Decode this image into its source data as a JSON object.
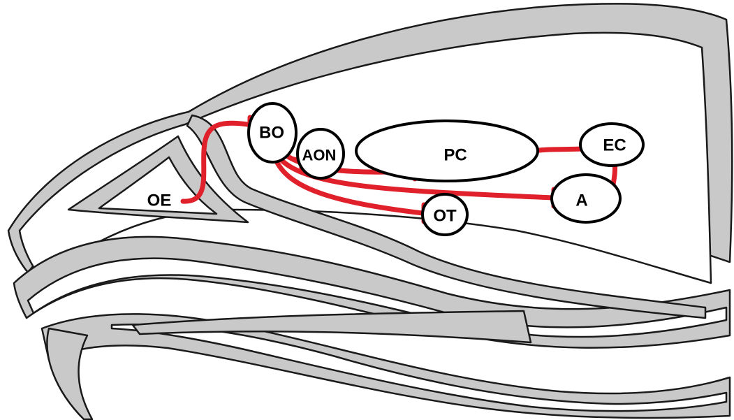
{
  "diagram": {
    "regions": [
      {
        "id": "oe",
        "label": "OE"
      },
      {
        "id": "bo",
        "label": "BO"
      },
      {
        "id": "aon",
        "label": "AON"
      },
      {
        "id": "pc",
        "label": "PC"
      },
      {
        "id": "ec",
        "label": "EC"
      },
      {
        "id": "a",
        "label": "A"
      },
      {
        "id": "ot",
        "label": "OT"
      }
    ],
    "connections": [
      {
        "from": "OE",
        "to": "BO"
      },
      {
        "from": "BO",
        "to": "AON"
      },
      {
        "from": "BO",
        "to": "PC"
      },
      {
        "from": "BO",
        "to": "A"
      },
      {
        "from": "BO",
        "to": "OT"
      },
      {
        "from": "AON",
        "to": "BO"
      },
      {
        "from": "PC",
        "to": "EC"
      },
      {
        "from": "EC",
        "to": "A"
      }
    ],
    "colors": {
      "pathway": "#e0202a",
      "bone": "#c9c9c9",
      "outline": "#1a1a1a",
      "background": "#ffffff"
    }
  }
}
